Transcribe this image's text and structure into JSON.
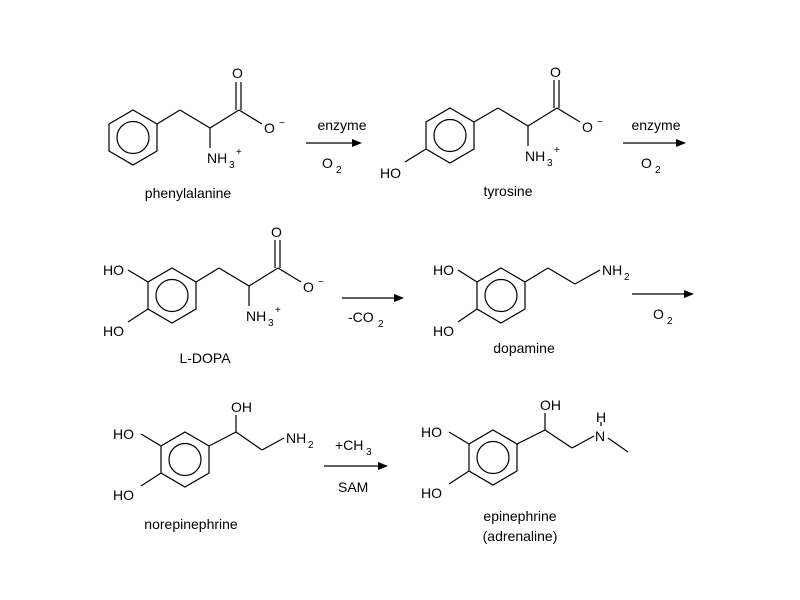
{
  "molecules": {
    "phenylalanine": {
      "name": "phenylalanine",
      "o_top": "O",
      "o_minus": "O",
      "minus": "−",
      "nh3": "NH",
      "nh3_sub": "3",
      "plus": "+"
    },
    "tyrosine": {
      "name": "tyrosine",
      "ho": "HO",
      "o_top": "O",
      "o_minus": "O",
      "minus": "−",
      "nh3": "NH",
      "nh3_sub": "3",
      "plus": "+"
    },
    "ldopa": {
      "name": "L-DOPA",
      "ho_top": "HO",
      "ho_bottom": "HO",
      "o_top": "O",
      "o_minus": "O",
      "minus": "−",
      "nh3": "NH",
      "nh3_sub": "3",
      "plus": "+"
    },
    "dopamine": {
      "name": "dopamine",
      "ho_top": "HO",
      "ho_bottom": "HO",
      "nh2": "NH",
      "nh2_sub": "2"
    },
    "norepinephrine": {
      "name": "norepinephrine",
      "ho_top": "HO",
      "ho_bottom": "HO",
      "oh": "OH",
      "nh2": "NH",
      "nh2_sub": "2"
    },
    "epinephrine": {
      "name": "epinephrine",
      "name2": "(adrenaline)",
      "ho_top": "HO",
      "ho_bottom": "HO",
      "oh": "OH",
      "h": "H",
      "n": "N"
    }
  },
  "steps": {
    "phe_to_tyr": {
      "above": "enzyme",
      "below": "O",
      "below_sub": "2"
    },
    "tyr_to_dopa": {
      "above": "enzyme",
      "below": "O",
      "below_sub": "2"
    },
    "dopa_to_dopamine": {
      "above": "",
      "below": "-CO",
      "below_sub": "2"
    },
    "dopamine_to_ne": {
      "above": "",
      "below": "O",
      "below_sub": "2"
    },
    "ne_to_epi": {
      "above": "+CH",
      "above_sub": "3",
      "below": "SAM"
    }
  }
}
